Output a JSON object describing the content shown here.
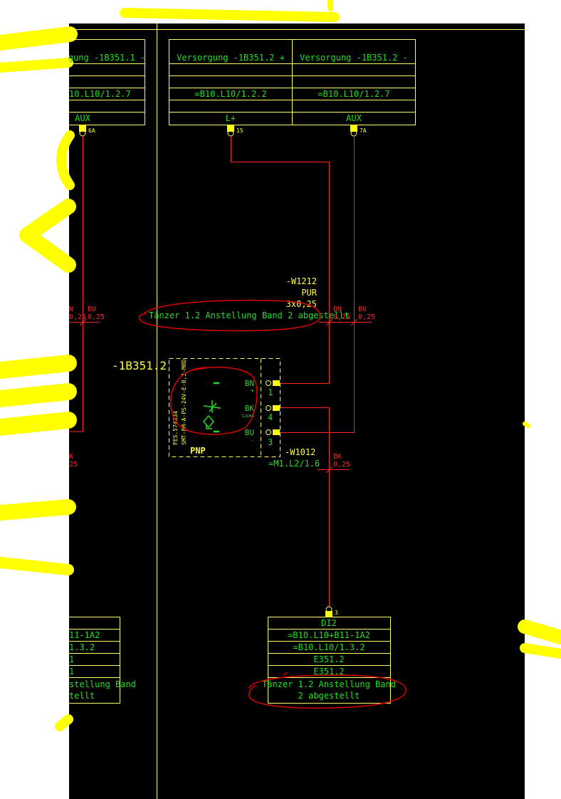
{
  "colors": {
    "background": "#000000",
    "frame": "#ffff66",
    "text_green": "#22dd22",
    "wire_red": "#ff2222",
    "highlight_yellow": "#ffff00",
    "annotation_red": "#dd0000"
  },
  "supply_boxes": {
    "left": {
      "title": "gung -1B351.1 -",
      "ref": "10.L10/1.2.7",
      "pin": "AUX",
      "terminal": "6A"
    },
    "mid": {
      "title": "Versorgung -1B351.2 +",
      "ref": "=B10.L10/1.2.2",
      "pin": "L+",
      "terminal": "15"
    },
    "right": {
      "title": "Versorgung -1B351.2 -",
      "ref": "=B10.L10/1.2.7",
      "pin": "AUX",
      "terminal": "7A"
    }
  },
  "cable_w1212": {
    "name": "-W1212",
    "type": "PUR",
    "spec": "3x0,25",
    "description": "Tänzer 1.2 Anstellung Band 2 abgestellt",
    "cores": [
      {
        "color": "BN",
        "size": "0,25"
      },
      {
        "color": "BU",
        "size": "0,25"
      }
    ],
    "left_cores": [
      {
        "color": "N",
        "size": "0,25"
      },
      {
        "color": "BU",
        "size": "0,25"
      }
    ]
  },
  "sensor": {
    "tag": "-1B351.2",
    "part_no": "SMT-8M-A-PS-24V-E-0,3-M8D",
    "order_no": "FES.574334",
    "output_type": "PNP",
    "pins": [
      {
        "label": "BN",
        "sub": "+",
        "number": "1"
      },
      {
        "label": "BK",
        "sub": "Load",
        "number": "4"
      },
      {
        "label": "BU",
        "sub": "-",
        "number": "3"
      }
    ]
  },
  "cable_w1012": {
    "name": "-W1012",
    "ref": "=M1.L2/1.6",
    "core_color": "BK",
    "core_size": "0,25",
    "left_core_color": "K",
    "left_core_size": "25"
  },
  "input_box_right": {
    "terminal": "3",
    "rows": [
      "DI2",
      "=B10.L10+B11-1A2",
      "=B10.L10/1.3.2",
      "E351.2",
      "E351.2"
    ],
    "description_line1": "Tänzer 1.2 Anstellung Band",
    "description_line2": "2 abgestellt"
  },
  "input_box_left": {
    "rows": [
      "11-1A2",
      "1.3.2",
      "1",
      "1"
    ],
    "description_line1": "stellung Band",
    "description_line2": "tellt"
  }
}
